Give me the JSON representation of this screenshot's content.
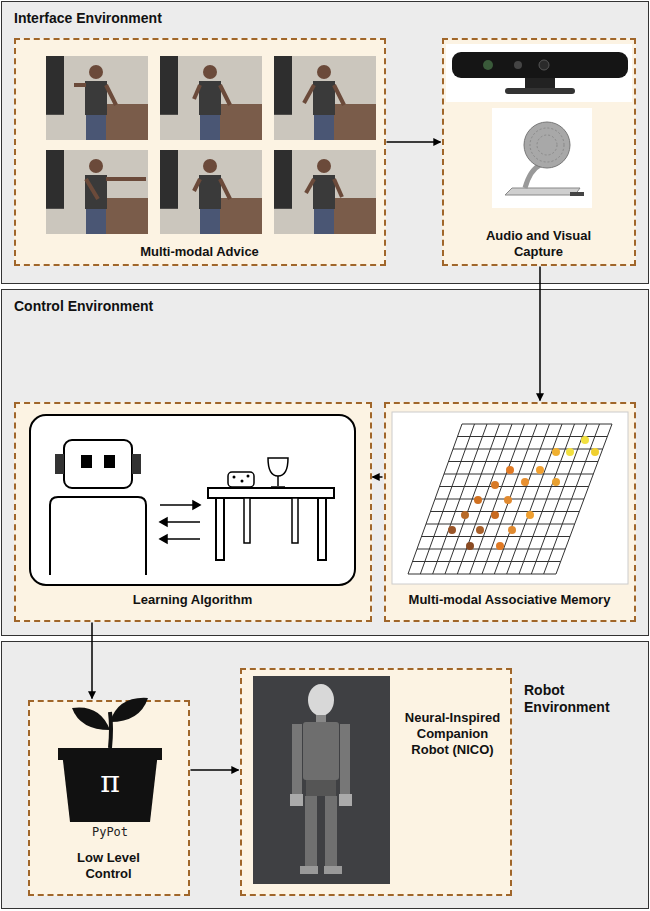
{
  "diagram": {
    "nodes": [
      {
        "text": [
          "Interface Environment"
        ]
      },
      {
        "text": [
          "Multi-modal Advice"
        ],
        "in": 0
      },
      {
        "text": [
          "Audio and Visual Capture"
        ],
        "in": 0
      },
      {
        "text": [
          "Control Environment"
        ]
      },
      {
        "text": [
          "Learning Algorithm"
        ],
        "in": 3
      },
      {
        "text": [
          "Multi-modal Associative Memory"
        ],
        "in": 3
      },
      {
        "text": [
          "Robot Environment"
        ]
      },
      {
        "text": [
          "Low Level Control"
        ],
        "in": 6
      },
      {
        "text": [
          "Neural-Inspired Companion Robot (NICO)"
        ],
        "in": 6
      }
    ],
    "edges": [
      {
        "from": 1,
        "to": 2,
        "arrow": "to"
      },
      {
        "from": 2,
        "to": 5,
        "arrow": "to"
      },
      {
        "from": 5,
        "to": 4,
        "arrow": "to"
      },
      {
        "from": 4,
        "to": 7,
        "arrow": "to"
      },
      {
        "from": 7,
        "to": 8,
        "arrow": "to"
      }
    ],
    "labels": [
      "π",
      "PyPot"
    ]
  }
}
